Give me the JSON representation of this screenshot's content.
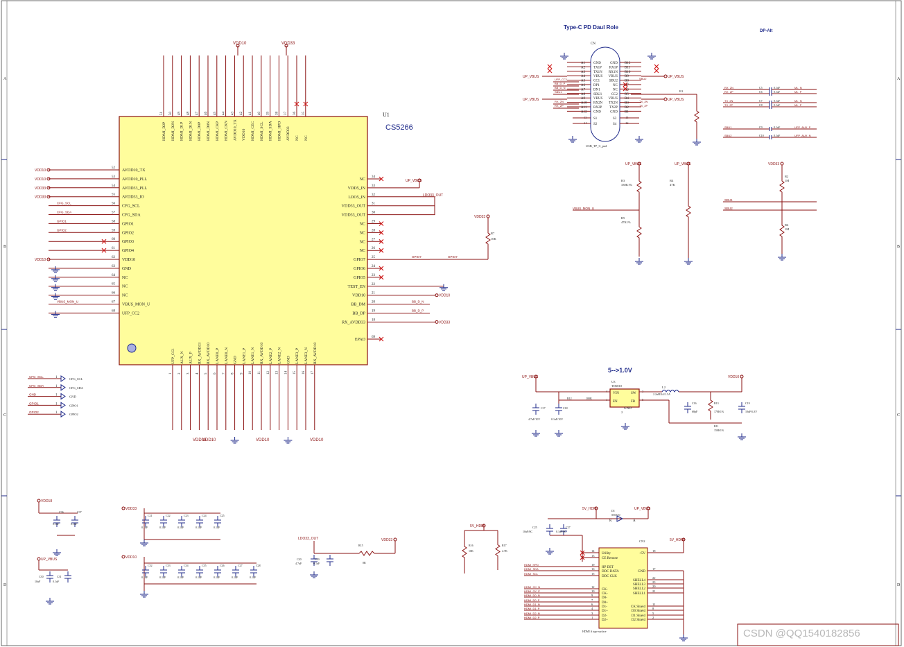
{
  "chip": {
    "ref": "U1",
    "name": "CS5266",
    "left_pins": [
      {
        "num": "52",
        "name": "AVDD10_TX",
        "net": "VDD10"
      },
      {
        "num": "53",
        "name": "AVDD10_PLL",
        "net": "VDD10"
      },
      {
        "num": "54",
        "name": "AVDD33_PLL",
        "net": "VDD33"
      },
      {
        "num": "55",
        "name": "AVDD33_IO",
        "net": "VDD33"
      },
      {
        "num": "56",
        "name": "CFG_SCL",
        "net": "CFG_SCL"
      },
      {
        "num": "57",
        "name": "CFG_SDA",
        "net": "CFG_SDA"
      },
      {
        "num": "58",
        "name": "GPIO1",
        "net": "GPIO1"
      },
      {
        "num": "59",
        "name": "GPIO2",
        "net": "GPIO2"
      },
      {
        "num": "60",
        "name": "GPIO3",
        "net": ""
      },
      {
        "num": "61",
        "name": "GPIO4",
        "net": ""
      },
      {
        "num": "62",
        "name": "VDD10",
        "net": "VDD10"
      },
      {
        "num": "63",
        "name": "GND",
        "net": ""
      },
      {
        "num": "64",
        "name": "NC",
        "net": ""
      },
      {
        "num": "65",
        "name": "NC",
        "net": ""
      },
      {
        "num": "66",
        "name": "NC",
        "net": ""
      },
      {
        "num": "67",
        "name": "VBUS_MON_U",
        "net": "VBUS_MON_U"
      },
      {
        "num": "68",
        "name": "UFP_CC2",
        "net": ""
      }
    ],
    "right_pins": [
      {
        "num": "34",
        "name": "NC",
        "net": ""
      },
      {
        "num": "33",
        "name": "VDD5_IN",
        "net": "UP_VBUS"
      },
      {
        "num": "32",
        "name": "LDO5_IN",
        "net": "LDO33_OUT"
      },
      {
        "num": "31",
        "name": "VDD33_OUT",
        "net": ""
      },
      {
        "num": "30",
        "name": "VDD33_OUT",
        "net": ""
      },
      {
        "num": "29",
        "name": "NC",
        "net": ""
      },
      {
        "num": "28",
        "name": "NC",
        "net": ""
      },
      {
        "num": "27",
        "name": "NC",
        "net": ""
      },
      {
        "num": "26",
        "name": "NC",
        "net": ""
      },
      {
        "num": "25",
        "name": "GPIO7",
        "net": "GPIO7"
      },
      {
        "num": "24",
        "name": "GPIO6",
        "net": ""
      },
      {
        "num": "23",
        "name": "GPIO5",
        "net": ""
      },
      {
        "num": "22",
        "name": "TEST_EN",
        "net": ""
      },
      {
        "num": "21",
        "name": "VDD10",
        "net": "VDD10"
      },
      {
        "num": "20",
        "name": "BB_DM",
        "net": "BB_D_N"
      },
      {
        "num": "19",
        "name": "BB_DP",
        "net": "BB_D_P"
      },
      {
        "num": "18",
        "name": "RX_AVDD33",
        "net": "VDD33"
      },
      {
        "num": "69",
        "name": "EPAD",
        "net": ""
      }
    ],
    "top_pins": [
      {
        "num": "51",
        "name": "HDMI_D2P"
      },
      {
        "num": "50",
        "name": "HDMI_D2N"
      },
      {
        "num": "49",
        "name": "HDMI_D1P"
      },
      {
        "num": "48",
        "name": "HDMI_D1N"
      },
      {
        "num": "47",
        "name": "HDMI_D0P"
      },
      {
        "num": "46",
        "name": "HDMI_D0N"
      },
      {
        "num": "45",
        "name": "HDMI_CKP"
      },
      {
        "num": "44",
        "name": "HDMI_CKN"
      },
      {
        "num": "43",
        "name": "AVDD10_TX"
      },
      {
        "num": "42",
        "name": "VDD10"
      },
      {
        "num": "41",
        "name": "HDMI_CEC"
      },
      {
        "num": "40",
        "name": "HDMI_SCL"
      },
      {
        "num": "39",
        "name": "HDMI_SDA"
      },
      {
        "num": "38",
        "name": "HDMI_HPD"
      },
      {
        "num": "37",
        "name": "AVDD33"
      },
      {
        "num": "36",
        "name": "NC"
      },
      {
        "num": "35",
        "name": "NC"
      }
    ],
    "bottom_pins": [
      {
        "num": "1",
        "name": "UFP_CC1"
      },
      {
        "num": "2",
        "name": "AUX_N"
      },
      {
        "num": "3",
        "name": "AUX_P"
      },
      {
        "num": "4",
        "name": "RX_AVDD33"
      },
      {
        "num": "5",
        "name": "RX_AVDD10"
      },
      {
        "num": "6",
        "name": "LANE0_P"
      },
      {
        "num": "7",
        "name": "LANE0_N"
      },
      {
        "num": "8",
        "name": "GND"
      },
      {
        "num": "9",
        "name": "LANE1_P"
      },
      {
        "num": "10",
        "name": "LANE1_N"
      },
      {
        "num": "11",
        "name": "RX_AVDD10"
      },
      {
        "num": "12",
        "name": "LANE2_P"
      },
      {
        "num": "13",
        "name": "LANE2_N"
      },
      {
        "num": "14",
        "name": "GND"
      },
      {
        "num": "15",
        "name": "LANE3_P"
      },
      {
        "num": "16",
        "name": "LANE3_N"
      },
      {
        "num": "17",
        "name": "RX_AVDD10"
      }
    ],
    "power_top": [
      "VDD10",
      "VDD33"
    ],
    "power_bottom": [
      "VDD33",
      "VDD10",
      "VDD10",
      "VDD10"
    ]
  },
  "typec": {
    "title": "Type-C PD Daul Role",
    "ref": "CN",
    "footprint": "USB_TP_C_pad",
    "left_pins": [
      {
        "pin": "A1",
        "name": "GND"
      },
      {
        "pin": "A2",
        "name": "TX1P"
      },
      {
        "pin": "A3",
        "name": "TX1N"
      },
      {
        "pin": "A4",
        "name": "VBUS"
      },
      {
        "pin": "A5",
        "name": "CC1"
      },
      {
        "pin": "A6",
        "name": "DP1"
      },
      {
        "pin": "A7",
        "name": "DN1"
      },
      {
        "pin": "A8",
        "name": "SBU1"
      },
      {
        "pin": "A9",
        "name": "VBUS"
      },
      {
        "pin": "A10",
        "name": "RX2N"
      },
      {
        "pin": "A11",
        "name": "RX2P"
      },
      {
        "pin": "A12",
        "name": "GND"
      }
    ],
    "right_pins": [
      {
        "pin": "B12",
        "name": "GND"
      },
      {
        "pin": "B11",
        "name": "RX1P"
      },
      {
        "pin": "B10",
        "name": "RX1N"
      },
      {
        "pin": "B9",
        "name": "VBUS"
      },
      {
        "pin": "B8",
        "name": "SBU2"
      },
      {
        "pin": "B7",
        "name": "NC"
      },
      {
        "pin": "B6",
        "name": "NC"
      },
      {
        "pin": "B5",
        "name": "CC2"
      },
      {
        "pin": "B4",
        "name": "VBUS"
      },
      {
        "pin": "B3",
        "name": "TX2N"
      },
      {
        "pin": "B2",
        "name": "TX2P"
      },
      {
        "pin": "B1",
        "name": "GND"
      }
    ],
    "shield": [
      "S1",
      "S2",
      "S3",
      "S4"
    ],
    "shield_pins": [
      "13",
      "14",
      "15",
      "16"
    ],
    "nets_left": [
      "UP_VBUS",
      "UFP_CC1",
      "BB_D_P",
      "BB_D_N",
      "SBU1",
      "UP_VBUS",
      "RX_2N",
      "RX_2P"
    ],
    "nets_right": [
      "UP_VBUS",
      "SBU2",
      "UP_VBUS",
      "TX_2N",
      "TX_2P"
    ],
    "resistor": {
      "ref": "R1",
      "value": "5K"
    }
  },
  "dpalt": {
    "title": "DP-Alt",
    "caps": [
      {
        "ref": "C5",
        "val": "0.1uF",
        "from": "RX_2N",
        "to": "ML_N"
      },
      {
        "ref": "C6",
        "val": "0.1uF",
        "from": "RX_2P",
        "to": "ML_P"
      },
      {
        "ref": "C7",
        "val": "0.1uF",
        "from": "TX_2N",
        "to": "ML_N"
      },
      {
        "ref": "C8",
        "val": "0.1uF",
        "from": "TX_2P",
        "to": "ML_P"
      },
      {
        "ref": "C9",
        "val": "0.1uF",
        "from": "SBU1",
        "to": "UFP_AUX_P"
      },
      {
        "ref": "C10",
        "val": "0.1uF",
        "from": "SBU2",
        "to": "UFP_AUX_N"
      }
    ]
  },
  "vbus_mon": {
    "net_top": "UP_VBUS",
    "r_top": {
      "ref": "R3",
      "val": "330K1%"
    },
    "r_bot": {
      "ref": "R5",
      "val": "47K1%"
    },
    "net_mid": "VBUS_MON_U",
    "r4": {
      "ref": "R4",
      "val": "47K"
    },
    "r4_net": "UP_VBUS"
  },
  "sbu_bias": {
    "net_top": "VDD33",
    "r_top": {
      "ref": "R2",
      "val": "1M"
    },
    "r_bot": {
      "ref": "R6",
      "val": "1M"
    },
    "nets": [
      "SBU1",
      "SBU2"
    ]
  },
  "gpio_pull": {
    "net": "VDD33",
    "ref": "R7",
    "val": "10K",
    "signal": "GPIO7"
  },
  "buck": {
    "title": "5-->1.0V",
    "ref": "U3",
    "part": "TD6810",
    "pins": [
      {
        "num": "4",
        "name": "VIN"
      },
      {
        "num": "3",
        "name": "SW"
      },
      {
        "num": "1",
        "name": "EN"
      },
      {
        "num": "5",
        "name": "FB"
      },
      {
        "num": "2",
        "name": "GND"
      }
    ],
    "in_net": "UP_VBUS",
    "out_net": "VDD10",
    "inductor": {
      "ref": "L2",
      "val": "2.2uH/3A/1.5A"
    },
    "r_en": {
      "ref": "R12",
      "val": "100K"
    },
    "caps": [
      {
        "ref": "C17",
        "val": "4.7uF/10V"
      },
      {
        "ref": "C18",
        "val": "0.1uF/10V"
      },
      {
        "ref": "C16",
        "val": "68pF"
      },
      {
        "ref": "C19",
        "val": "10uF/6.3V"
      }
    ],
    "r_fb_top": {
      "ref": "R13",
      "val": "170K1%"
    },
    "r_fb_bot": {
      "ref": "R11",
      "val": "150K1%"
    }
  },
  "cfg_header": {
    "pins": [
      {
        "num": "1",
        "name": "CFG_SCL"
      },
      {
        "num": "1",
        "name": "CFG_SDA"
      },
      {
        "num": "1",
        "name": "GND"
      },
      {
        "num": "1",
        "name": "GPIO1"
      },
      {
        "num": "1",
        "name": "GPIO2"
      }
    ]
  },
  "decoupling": {
    "vdd18": {
      "net": "VDD18",
      "caps": [
        {
          "ref": "C36",
          "val": "0.1uF"
        },
        {
          "ref": "C37",
          "val": "0.1uF"
        }
      ]
    },
    "up_vbus": {
      "net": "UP_VBUS",
      "caps": [
        {
          "ref": "C30",
          "val": "10uF"
        },
        {
          "ref": "C31",
          "val": "0.1uF"
        }
      ]
    },
    "vdd33": {
      "net": "VDD33",
      "caps": [
        {
          "ref": "C21",
          "val": "0.1uF"
        },
        {
          "ref": "C22",
          "val": "0.1uF"
        },
        {
          "ref": "C23",
          "val": "0.1uF"
        },
        {
          "ref": "C24",
          "val": "0.1uF"
        },
        {
          "ref": "C25",
          "val": "0.1uF"
        }
      ]
    },
    "vdd10": {
      "net": "VDD10",
      "caps": [
        {
          "ref": "C32",
          "val": "0.1uF"
        },
        {
          "ref": "C33",
          "val": "0.1uF"
        },
        {
          "ref": "C34",
          "val": "0.1uF"
        },
        {
          "ref": "C35",
          "val": "0.1uF"
        },
        {
          "ref": "C26",
          "val": "0.1uF"
        },
        {
          "ref": "C27",
          "val": "0.1uF"
        },
        {
          "ref": "C28",
          "val": "0.1uF"
        }
      ]
    },
    "ldo": {
      "in_net": "LDO33_OUT",
      "out_net": "VDD33",
      "r": {
        "ref": "R15",
        "val": "0R"
      },
      "caps": [
        {
          "ref": "C20",
          "val": "4.7uF"
        },
        {
          "ref": "C19",
          "val": "0.1uF"
        }
      ]
    }
  },
  "hdmi": {
    "ref": "CN2",
    "footprint": "HDMI A type surface",
    "power_net": "5V_HDMI",
    "diode": {
      "ref": "D1",
      "val": "SS0510",
      "k": "K",
      "a": "A"
    },
    "up_net": "UP_VBUS",
    "caps": [
      {
        "ref": "C25",
        "val": "10uF/6C"
      },
      {
        "ref": "C27",
        "val": "0.1uF/6C"
      }
    ],
    "resistors": [
      {
        "ref": "R16",
        "val": "10K"
      },
      {
        "ref": "R17",
        "val": "4.7K"
      }
    ],
    "left_pins": [
      {
        "num": "14",
        "name": "Utility"
      },
      {
        "num": "13",
        "name": "CE Remote"
      },
      {
        "num": "19",
        "name": "HP DET"
      },
      {
        "num": "16",
        "name": "DDC DATA"
      },
      {
        "num": "15",
        "name": "DDC CLK"
      },
      {
        "num": "12",
        "name": "CK-"
      },
      {
        "num": "10",
        "name": "CK-"
      },
      {
        "num": "9",
        "name": "D0-"
      },
      {
        "num": "7",
        "name": "D0+"
      },
      {
        "num": "6",
        "name": "D1-"
      },
      {
        "num": "4",
        "name": "D1+"
      },
      {
        "num": "3",
        "name": "D2-"
      },
      {
        "num": "1",
        "name": "D2+"
      }
    ],
    "right_pins": [
      {
        "num": "18",
        "name": "+5V"
      },
      {
        "num": "17",
        "name": "GND"
      },
      {
        "num": "22",
        "name": "SHELL4"
      },
      {
        "num": "23",
        "name": "SHELL3"
      },
      {
        "num": "20",
        "name": "SHELL2"
      },
      {
        "num": "21",
        "name": "SHELL1"
      },
      {
        "num": "11",
        "name": "CK Shield"
      },
      {
        "num": "8",
        "name": "D0 Shield"
      },
      {
        "num": "5",
        "name": "D1 Shield"
      },
      {
        "num": "2",
        "name": "D2 Shield"
      }
    ],
    "nets": [
      "HDMI_HPD",
      "HDMI_SDA",
      "HDMI_SCL",
      "HDMI_CK_N",
      "HDMI_CK_P",
      "HDMI_D0_N",
      "HDMI_D0_P",
      "HDMI_D1_N",
      "HDMI_D1_P",
      "HDMI_D2_N",
      "HDMI_D2_P"
    ]
  },
  "border": {
    "rows": [
      "A",
      "B",
      "C",
      "D"
    ]
  },
  "watermark": "CSDN @QQ1540182856"
}
